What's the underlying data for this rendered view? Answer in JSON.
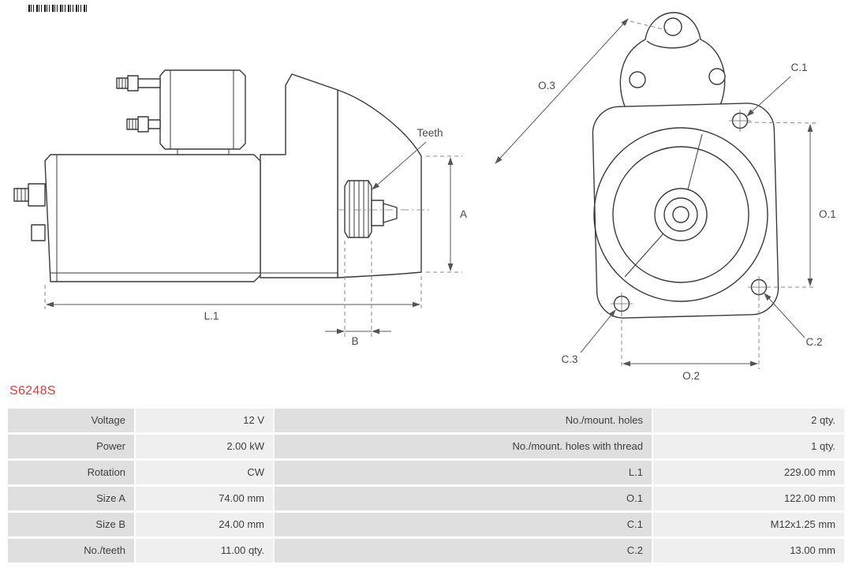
{
  "part_number": "S6248S",
  "colors": {
    "part_number": "#e53935",
    "label_cell_bg": "#dfdfdf",
    "value_cell_bg": "#efefef",
    "line_color": "#3a3a3a"
  },
  "diagram": {
    "side_view": {
      "teeth": "Teeth",
      "a": "A",
      "l1": "L.1",
      "b": "B"
    },
    "front_view": {
      "o3": "O.3",
      "c1": "C.1",
      "o1": "O.1",
      "c3": "C.3",
      "o2": "O.2",
      "c2": "C.2"
    }
  },
  "specs": {
    "rows": [
      {
        "label_left": "Voltage",
        "value_left": "12 V",
        "label_right": "No./mount. holes",
        "value_right": "2 qty."
      },
      {
        "label_left": "Power",
        "value_left": "2.00 kW",
        "label_right": "No./mount. holes with thread",
        "value_right": "1 qty."
      },
      {
        "label_left": "Rotation",
        "value_left": "CW",
        "label_right": "L.1",
        "value_right": "229.00 mm"
      },
      {
        "label_left": "Size A",
        "value_left": "74.00 mm",
        "label_right": "O.1",
        "value_right": "122.00 mm"
      },
      {
        "label_left": "Size B",
        "value_left": "24.00 mm",
        "label_right": "C.1",
        "value_right": "M12x1.25 mm"
      },
      {
        "label_left": "No./teeth",
        "value_left": "11.00 qty.",
        "label_right": "C.2",
        "value_right": "13.00 mm"
      }
    ]
  }
}
